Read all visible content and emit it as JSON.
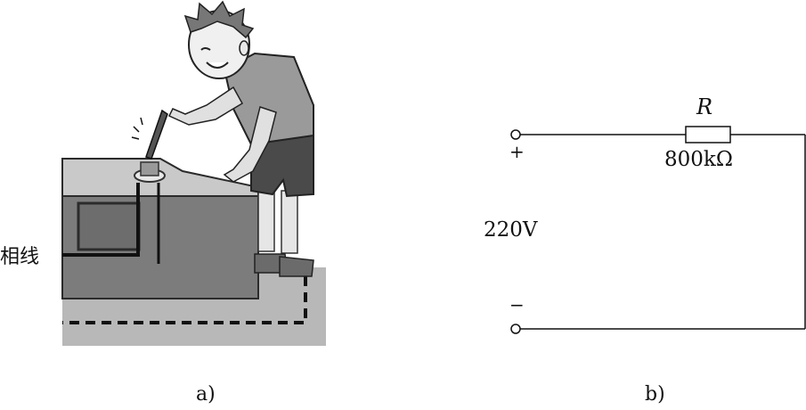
{
  "figure_a": {
    "phase_line_label": "相线",
    "caption": "a)"
  },
  "figure_b": {
    "resistor_symbol": "R",
    "resistor_value": "800kΩ",
    "source_voltage": "220V",
    "plus_terminal": "+",
    "minus_terminal": "−",
    "caption": "b)"
  }
}
